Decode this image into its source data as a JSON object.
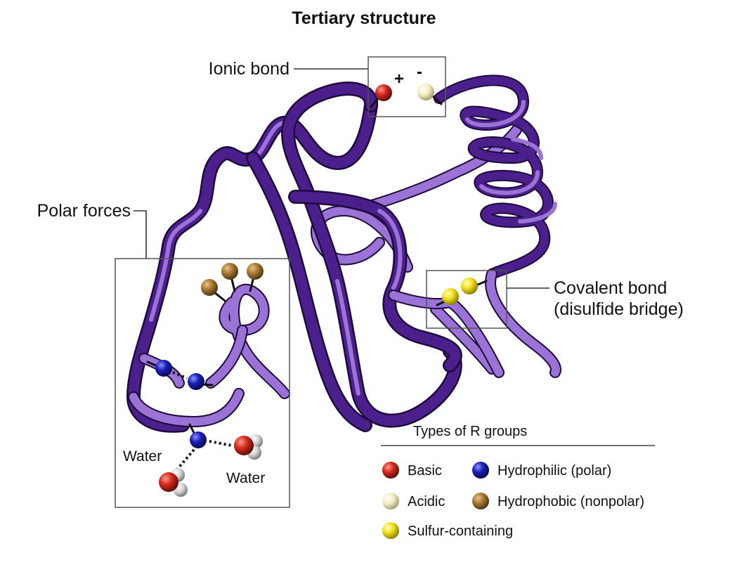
{
  "title": "Tertiary structure",
  "labels": {
    "ionic_bond": "Ionic bond",
    "positive_charge": "+",
    "negative_charge": "-",
    "polar_forces": "Polar forces",
    "covalent_bond_line1": "Covalent bond",
    "covalent_bond_line2": "(disulfide bridge)",
    "water_left": "Water",
    "water_right": "Water"
  },
  "legend": {
    "title": "Types of R groups",
    "items": [
      {
        "label": "Basic",
        "color": "#d42a1e"
      },
      {
        "label": "Hydrophilic (polar)",
        "color": "#1a1fb8"
      },
      {
        "label": "Acidic",
        "color": "#f2edc2"
      },
      {
        "label": "Hydrophobic (nonpolar)",
        "color": "#a97a33"
      },
      {
        "label": "Sulfur-containing",
        "color": "#f3e11e"
      }
    ]
  },
  "colors": {
    "ribbon_dark": "#4b1f8c",
    "ribbon_light": "#9b73d6",
    "oxygen": "#d42a1e",
    "hydrogen": "#d4d4d4"
  }
}
